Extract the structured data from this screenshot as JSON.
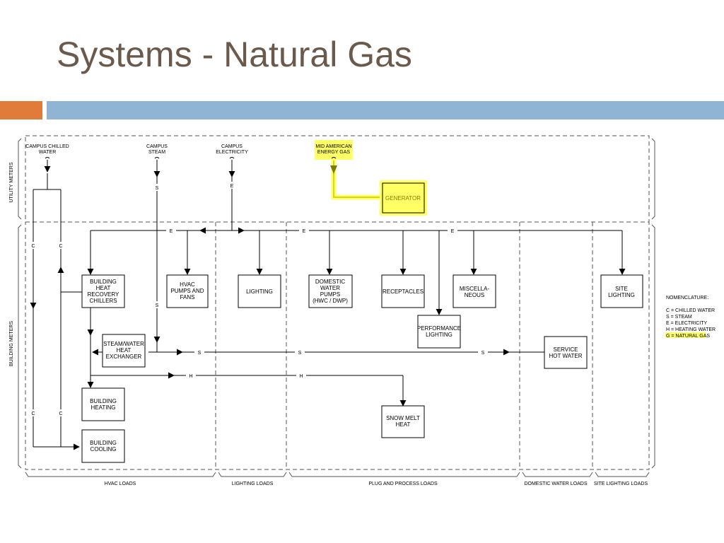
{
  "slide": {
    "title": "Systems - Natural Gas"
  },
  "colors": {
    "title": "#6b5a4c",
    "accent_bar": "#e07b39",
    "header_bar": "#90b4d3",
    "highlight": "#ffff66",
    "gas_line": "#c8c800"
  },
  "side_labels": {
    "utility": "UTILITY METERS",
    "building": "BUILDING METERS"
  },
  "sources": {
    "chilled_water": [
      "CAMPUS CHILLED",
      "WATER"
    ],
    "steam": [
      "CAMPUS",
      "STEAM"
    ],
    "electricity": [
      "CAMPUS",
      "ELECTRICITY"
    ],
    "gas": [
      "MID AMERICAN",
      "ENERGY GAS"
    ]
  },
  "line_letters": {
    "c": "C",
    "s": "S",
    "e": "E",
    "h": "H"
  },
  "boxes": {
    "generator": [
      "GENERATOR"
    ],
    "chillers": [
      "BUILDING",
      "HEAT",
      "RECOVERY",
      "CHILLERS"
    ],
    "hvac_pumps": [
      "HVAC",
      "PUMPS AND",
      "FANS"
    ],
    "lighting": [
      "LIGHTING"
    ],
    "domestic_pumps": [
      "DOMESTIC",
      "WATER",
      "PUMPS",
      "(HWC / DWP)"
    ],
    "receptacles": [
      "RECEPTACLES"
    ],
    "misc": [
      "MISCELLA-",
      "NEOUS"
    ],
    "site_lighting": [
      "SITE",
      "LIGHTING"
    ],
    "performance": [
      "PERFORMANCE",
      "LIGHTING"
    ],
    "exchanger": [
      "STEAM/WATER",
      "HEAT",
      "EXCHANGER"
    ],
    "hot_water": [
      "SERVICE",
      "HOT WATER"
    ],
    "heating": [
      "BUILDING",
      "HEATING"
    ],
    "snow_melt": [
      "SNOW MELT",
      "HEAT"
    ],
    "cooling": [
      "BUILDING",
      "COOLING"
    ]
  },
  "nomenclature": {
    "title": "NOMENCLATURE:",
    "items": [
      "C = CHILLED WATER",
      "S = STEAM",
      "E = ELECTRICITY",
      "H = HEATING WATER"
    ],
    "gas_item": "G = NATURAL GAS"
  },
  "load_groups": [
    "HVAC LOADS",
    "LIGHTING LOADS",
    "PLUG AND PROCESS LOADS",
    "DOMESTIC WATER LOADS",
    "SITE LIGHTING LOADS"
  ]
}
